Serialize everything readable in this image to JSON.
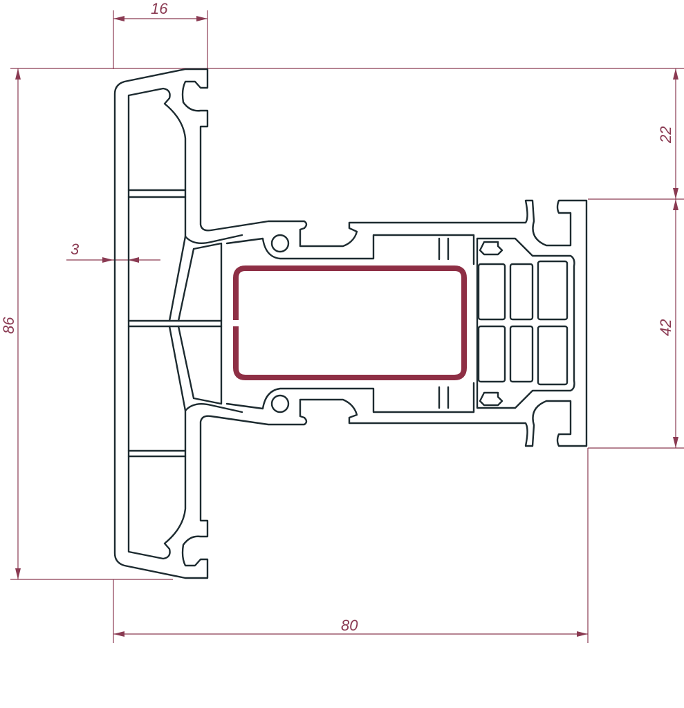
{
  "dimensions": {
    "top_width": "16",
    "wall_thickness": "3",
    "total_height": "86",
    "upper_offset": "22",
    "sash_height": "42",
    "total_depth": "80"
  },
  "colors": {
    "dimension_lines": "#8a3a52",
    "profile_outline": "#1d2b30",
    "steel_reinforcement": "#8e2f45"
  }
}
